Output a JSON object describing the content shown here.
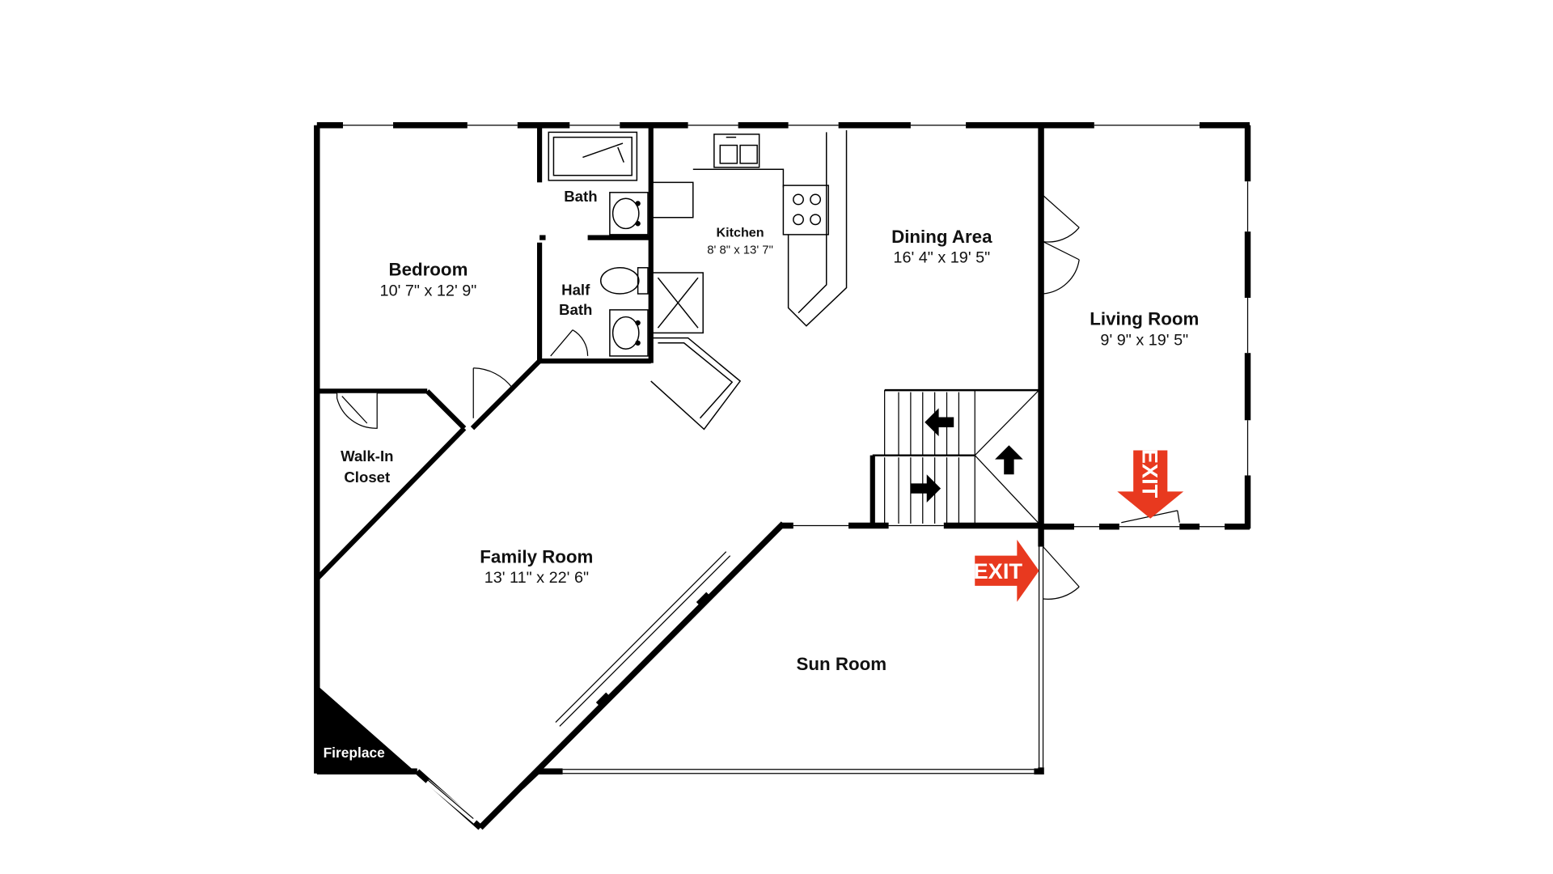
{
  "rooms": {
    "bedroom": {
      "name": "Bedroom",
      "dims": "10' 7\" x 12' 9\""
    },
    "bath": {
      "name": "Bath"
    },
    "half_bath": {
      "name_line1": "Half",
      "name_line2": "Bath"
    },
    "kitchen": {
      "name": "Kitchen",
      "dims": "8' 8\" x 13' 7\""
    },
    "dining": {
      "name": "Dining Area",
      "dims": "16' 4\" x 19' 5\""
    },
    "living": {
      "name": "Living Room",
      "dims": "9' 9\" x 19' 5\""
    },
    "closet": {
      "name_line1": "Walk-In",
      "name_line2": "Closet"
    },
    "family": {
      "name": "Family Room",
      "dims": "13' 11\" x 22' 6\""
    },
    "sun": {
      "name": "Sun Room"
    },
    "fireplace": {
      "name": "Fireplace"
    }
  },
  "exits": {
    "label": "EXIT"
  },
  "colors": {
    "wall": "#000000",
    "exit": "#e8391f",
    "background": "#ffffff"
  }
}
